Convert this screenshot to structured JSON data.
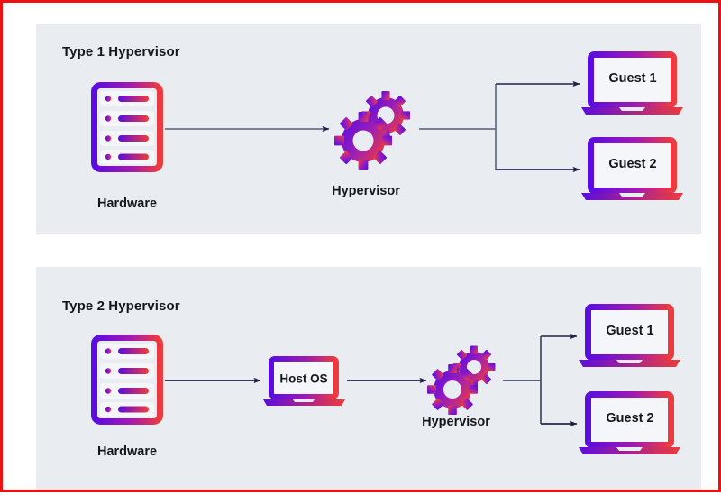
{
  "figure": {
    "border_color": "#ee1111",
    "page_background": "#ffffff",
    "panel_background": "#e9edf2",
    "gradient_start": "#5b0ce0",
    "gradient_end": "#ef3b3b",
    "connector_color": "#1f2040",
    "text_color": "#16161d"
  },
  "sections": [
    {
      "title": "Type 1 Hypervisor",
      "nodes": {
        "hardware_label": "Hardware",
        "hypervisor_label": "Hypervisor",
        "guest_1": "Guest 1",
        "guest_2": "Guest 2"
      }
    },
    {
      "title": "Type 2 Hypervisor",
      "nodes": {
        "hardware_label": "Hardware",
        "host_os_label": "Host OS",
        "hypervisor_label": "Hypervisor",
        "guest_1": "Guest 1",
        "guest_2": "Guest 2"
      }
    }
  ]
}
